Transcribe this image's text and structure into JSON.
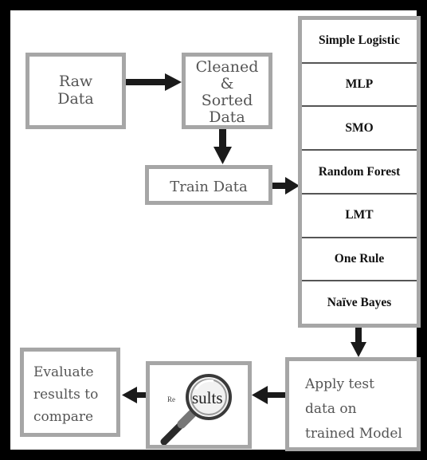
{
  "boxes": {
    "raw": "Raw\nData",
    "cleaned": "Cleaned\n&\nSorted\nData",
    "train": "Train Data",
    "apply": "Apply test\ndata on\ntrained Model",
    "results_small": "Re",
    "results_large": "sults",
    "evaluate": "Evaluate\nresults to\ncompare"
  },
  "algorithms": [
    "Simple Logistic",
    "MLP",
    "SMO",
    "Random Forest",
    "LMT",
    "One Rule",
    "Naïve Bayes"
  ],
  "colors": {
    "frame": "#000000",
    "box_border": "#a6a6a6",
    "arrow": "#1a1a1a",
    "text": "#555555"
  },
  "icons": [
    "magnifier-icon"
  ]
}
